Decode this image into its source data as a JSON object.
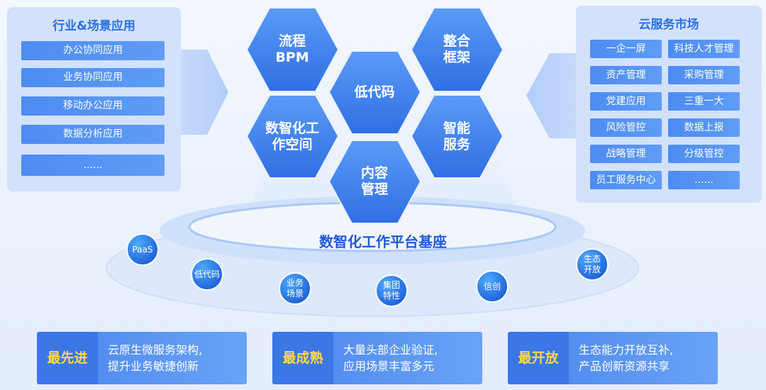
{
  "left_panel": {
    "title": "行业&场景应用",
    "items": [
      "办公协同应用",
      "业务协同应用",
      "移动办公应用",
      "数据分析应用",
      "......"
    ]
  },
  "right_panel": {
    "title": "云服务市场",
    "items": [
      "一企一屏",
      "科技人才管理",
      "资产管理",
      "采购管理",
      "党建应用",
      "三重一大",
      "风险管控",
      "数据上报",
      "战略管理",
      "分级管控",
      "员工服务中心",
      "......"
    ]
  },
  "hexagons": {
    "bpm": [
      "流程",
      "BPM"
    ],
    "framework": [
      "整合",
      "框架"
    ],
    "lowcode": [
      "低代码"
    ],
    "workspace": [
      "数智化工",
      "作空间"
    ],
    "intelligent": [
      "智能",
      "服务"
    ],
    "content": [
      "内容",
      "管理"
    ]
  },
  "base": {
    "title": "数智化工作平台基座",
    "nodes": [
      [
        "PaaS"
      ],
      [
        "低代码"
      ],
      [
        "业务",
        "场景"
      ],
      [
        "集团",
        "特性"
      ],
      [
        "信创"
      ],
      [
        "生态",
        "开放"
      ]
    ]
  },
  "features": [
    {
      "tag": "最先进",
      "lines": [
        "云原生微服务架构,",
        "提升业务敏捷创新"
      ]
    },
    {
      "tag": "最成熟",
      "lines": [
        "大量头部企业验证,",
        "应用场景丰富多元"
      ]
    },
    {
      "tag": "最开放",
      "lines": [
        "生态能力开放互补,",
        "产品创新资源共享"
      ]
    }
  ],
  "colors": {
    "primary": "#2a6fe6",
    "panel_bg": "#d3e2fb",
    "item_bg": "#4d8cf1",
    "tag_text": "#ffd84a"
  }
}
